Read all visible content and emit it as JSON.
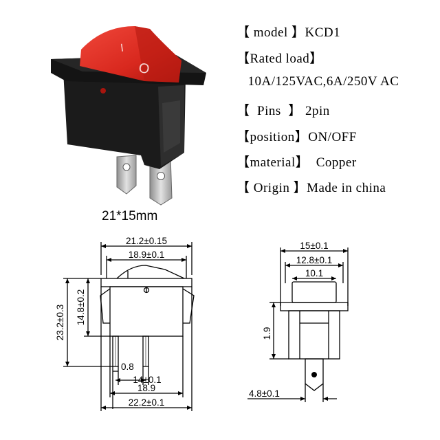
{
  "specs": [
    {
      "line": "【 model 】KCD1"
    },
    {
      "line": "【Rated load】"
    },
    {
      "line": "  10A/125VAC,6A/250V AC"
    },
    {
      "line": "【  Pins  】 2pin"
    },
    {
      "line": "【position】ON/OFF"
    },
    {
      "line": "【material】  Copper"
    },
    {
      "line": "【 Origin 】Made in china"
    }
  ],
  "size_label": "21*15mm",
  "symbols": {
    "on": "I",
    "off": "O"
  },
  "dimensions": {
    "front_width_outer": "21.2±0.15",
    "front_width_inner": "18.9±0.1",
    "height_total": "23.2±0.3",
    "height_body": "14.8±0.2",
    "pin_thickness": "0.8",
    "pin_spacing": "14±0.1",
    "base_width": "18.9",
    "overall_width": "22.2±0.1",
    "side_width_outer": "15±0.1",
    "side_width_mid": "12.8±0.1",
    "side_width_inner": "10.1",
    "side_clip": "1.9",
    "terminal_width": "4.8±0.1"
  },
  "colors": {
    "rocker": "#d8281e",
    "housing": "#1b1b1b",
    "terminal": "#b9b9b9"
  }
}
